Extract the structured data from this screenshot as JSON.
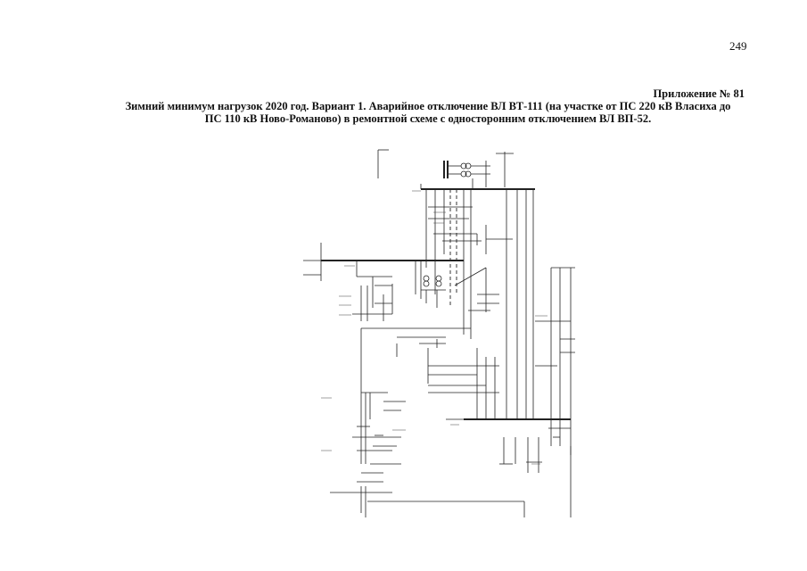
{
  "page_number": "249",
  "appendix": "Приложение № 81",
  "title": {
    "line1": "Зимний минимум нагрузок 2020 год. Вариант 1. Аварийное отключение ВЛ ВТ-111 (на участке от ПС 220 кВ Власиха до",
    "line2": "ПС 110 кВ Ново-Романово) в ремонтной схеме с односторонним отключением ВЛ ВП-52."
  }
}
